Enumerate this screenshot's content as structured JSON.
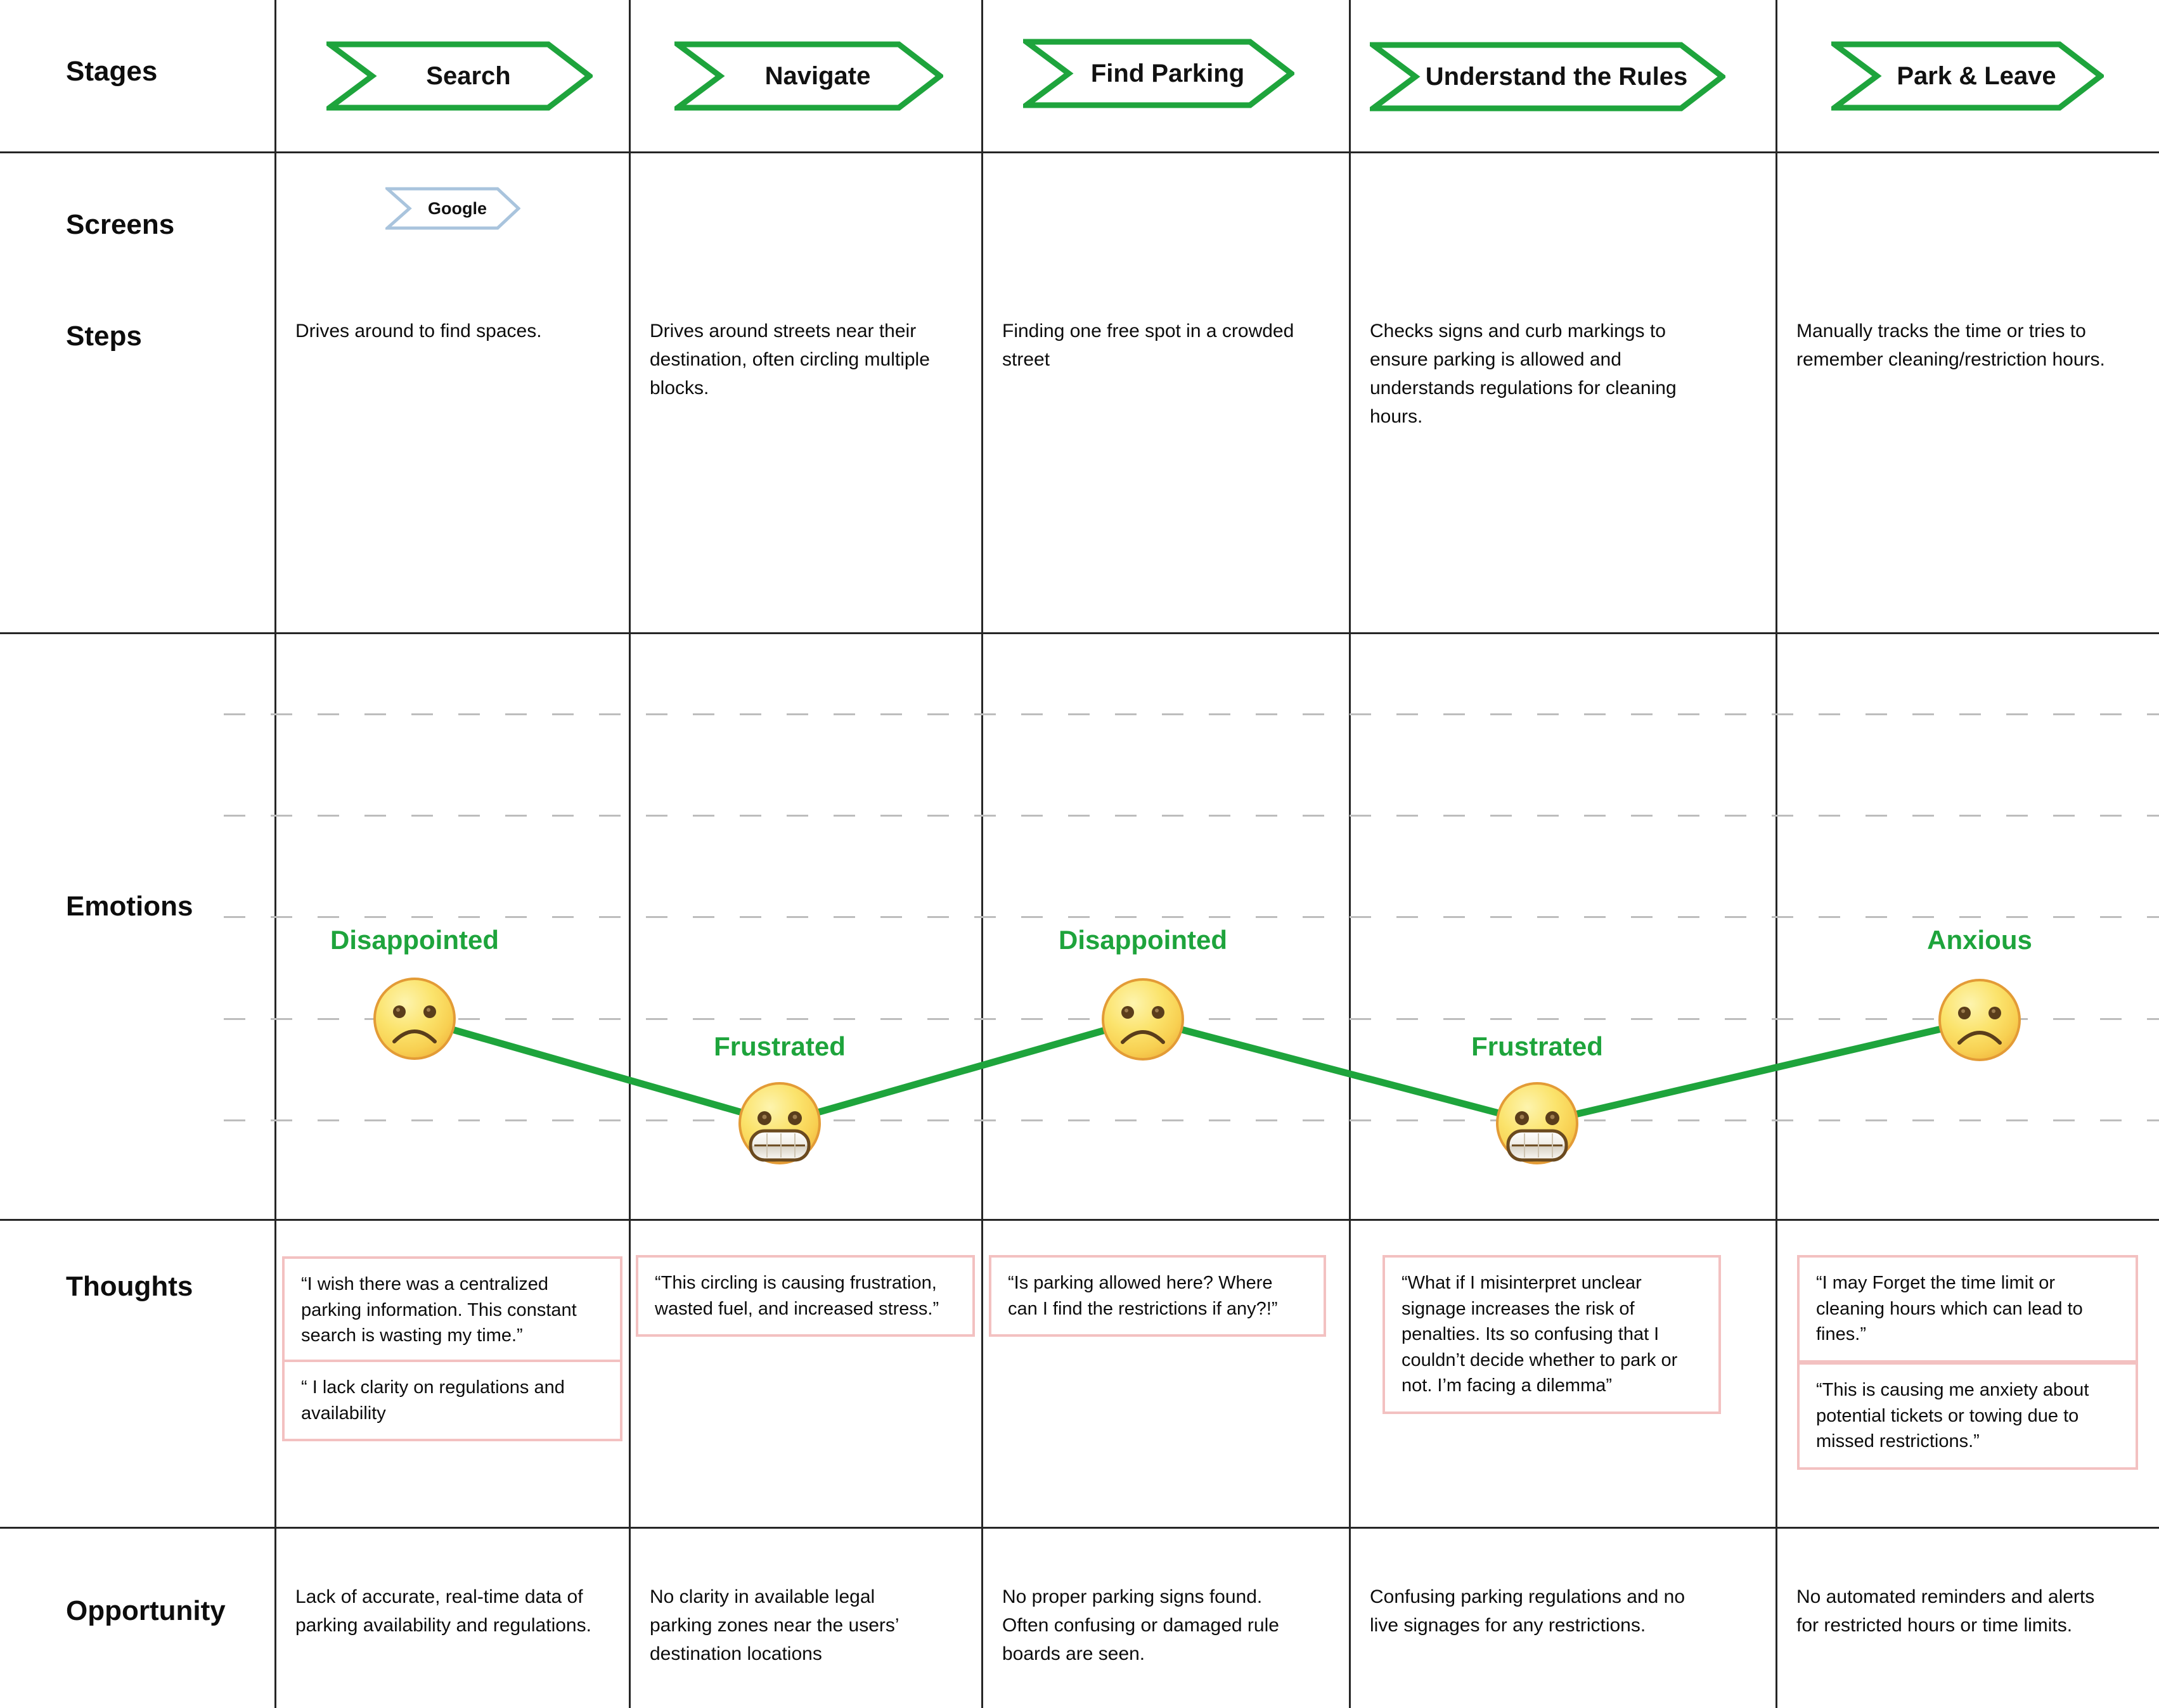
{
  "row_labels": {
    "stages": "Stages",
    "screens": "Screens",
    "steps": "Steps",
    "emotions": "Emotions",
    "thoughts": "Thoughts",
    "opportunity": "Opportunity"
  },
  "stages": {
    "items": [
      {
        "label": "Search"
      },
      {
        "label": "Navigate"
      },
      {
        "label": "Find Parking"
      },
      {
        "label": "Understand the Rules"
      },
      {
        "label": "Park & Leave"
      }
    ]
  },
  "screens": {
    "badges": [
      {
        "label": "Google",
        "column": 1
      }
    ]
  },
  "steps": {
    "items": [
      "Drives around to find spaces.",
      "Drives around streets near their destination, often circling multiple blocks.",
      "Finding one free spot in a crowded street",
      "Checks signs and curb markings to ensure parking is allowed and understands regulations for cleaning hours.",
      "Manually tracks the time or tries to remember cleaning/restriction hours."
    ]
  },
  "emotions": {
    "items": [
      {
        "label": "Disappointed",
        "face": "frowning-face",
        "level": "high"
      },
      {
        "label": "Frustrated",
        "face": "grimacing-face",
        "level": "low"
      },
      {
        "label": "Disappointed",
        "face": "frowning-face",
        "level": "high"
      },
      {
        "label": "Frustrated",
        "face": "grimacing-face",
        "level": "low"
      },
      {
        "label": "Anxious",
        "face": "frowning-face",
        "level": "high"
      }
    ]
  },
  "thoughts": {
    "columns": [
      [
        "“I wish there was a centralized parking information. This constant search is wasting my time.”",
        "“ I lack clarity on regulations and availability"
      ],
      [
        "“This circling is causing frustration, wasted fuel, and increased stress.”"
      ],
      [
        "“Is parking allowed here? Where can I find the restrictions if any?!”"
      ],
      [
        "“What if I misinterpret unclear signage increases the risk of penalties. Its so confusing that I couldn’t decide whether to park or not. I’m facing a dilemma”"
      ],
      [
        "“I may Forget the time limit or cleaning hours which can lead to fines.”",
        "“This is causing me anxiety about potential tickets or towing due to missed restrictions.”"
      ]
    ]
  },
  "opportunity": {
    "items": [
      "Lack of accurate, real-time data of parking availability and regulations.",
      "No clarity in available legal parking zones near the users’ destination locations",
      "No proper parking signs found. Often confusing or damaged rule boards are seen.",
      "Confusing parking regulations and no live signages for any restrictions.",
      "No automated reminders and alerts for restricted hours or time limits."
    ]
  },
  "colors": {
    "accent_green": "#1ea43c",
    "thought_box_border": "#f3c1c1",
    "screen_badge_border": "#a9c4dd",
    "grid_line": "#262626",
    "dashed_line": "#bdbdbd",
    "emoji_yellow": "#fbd860"
  }
}
